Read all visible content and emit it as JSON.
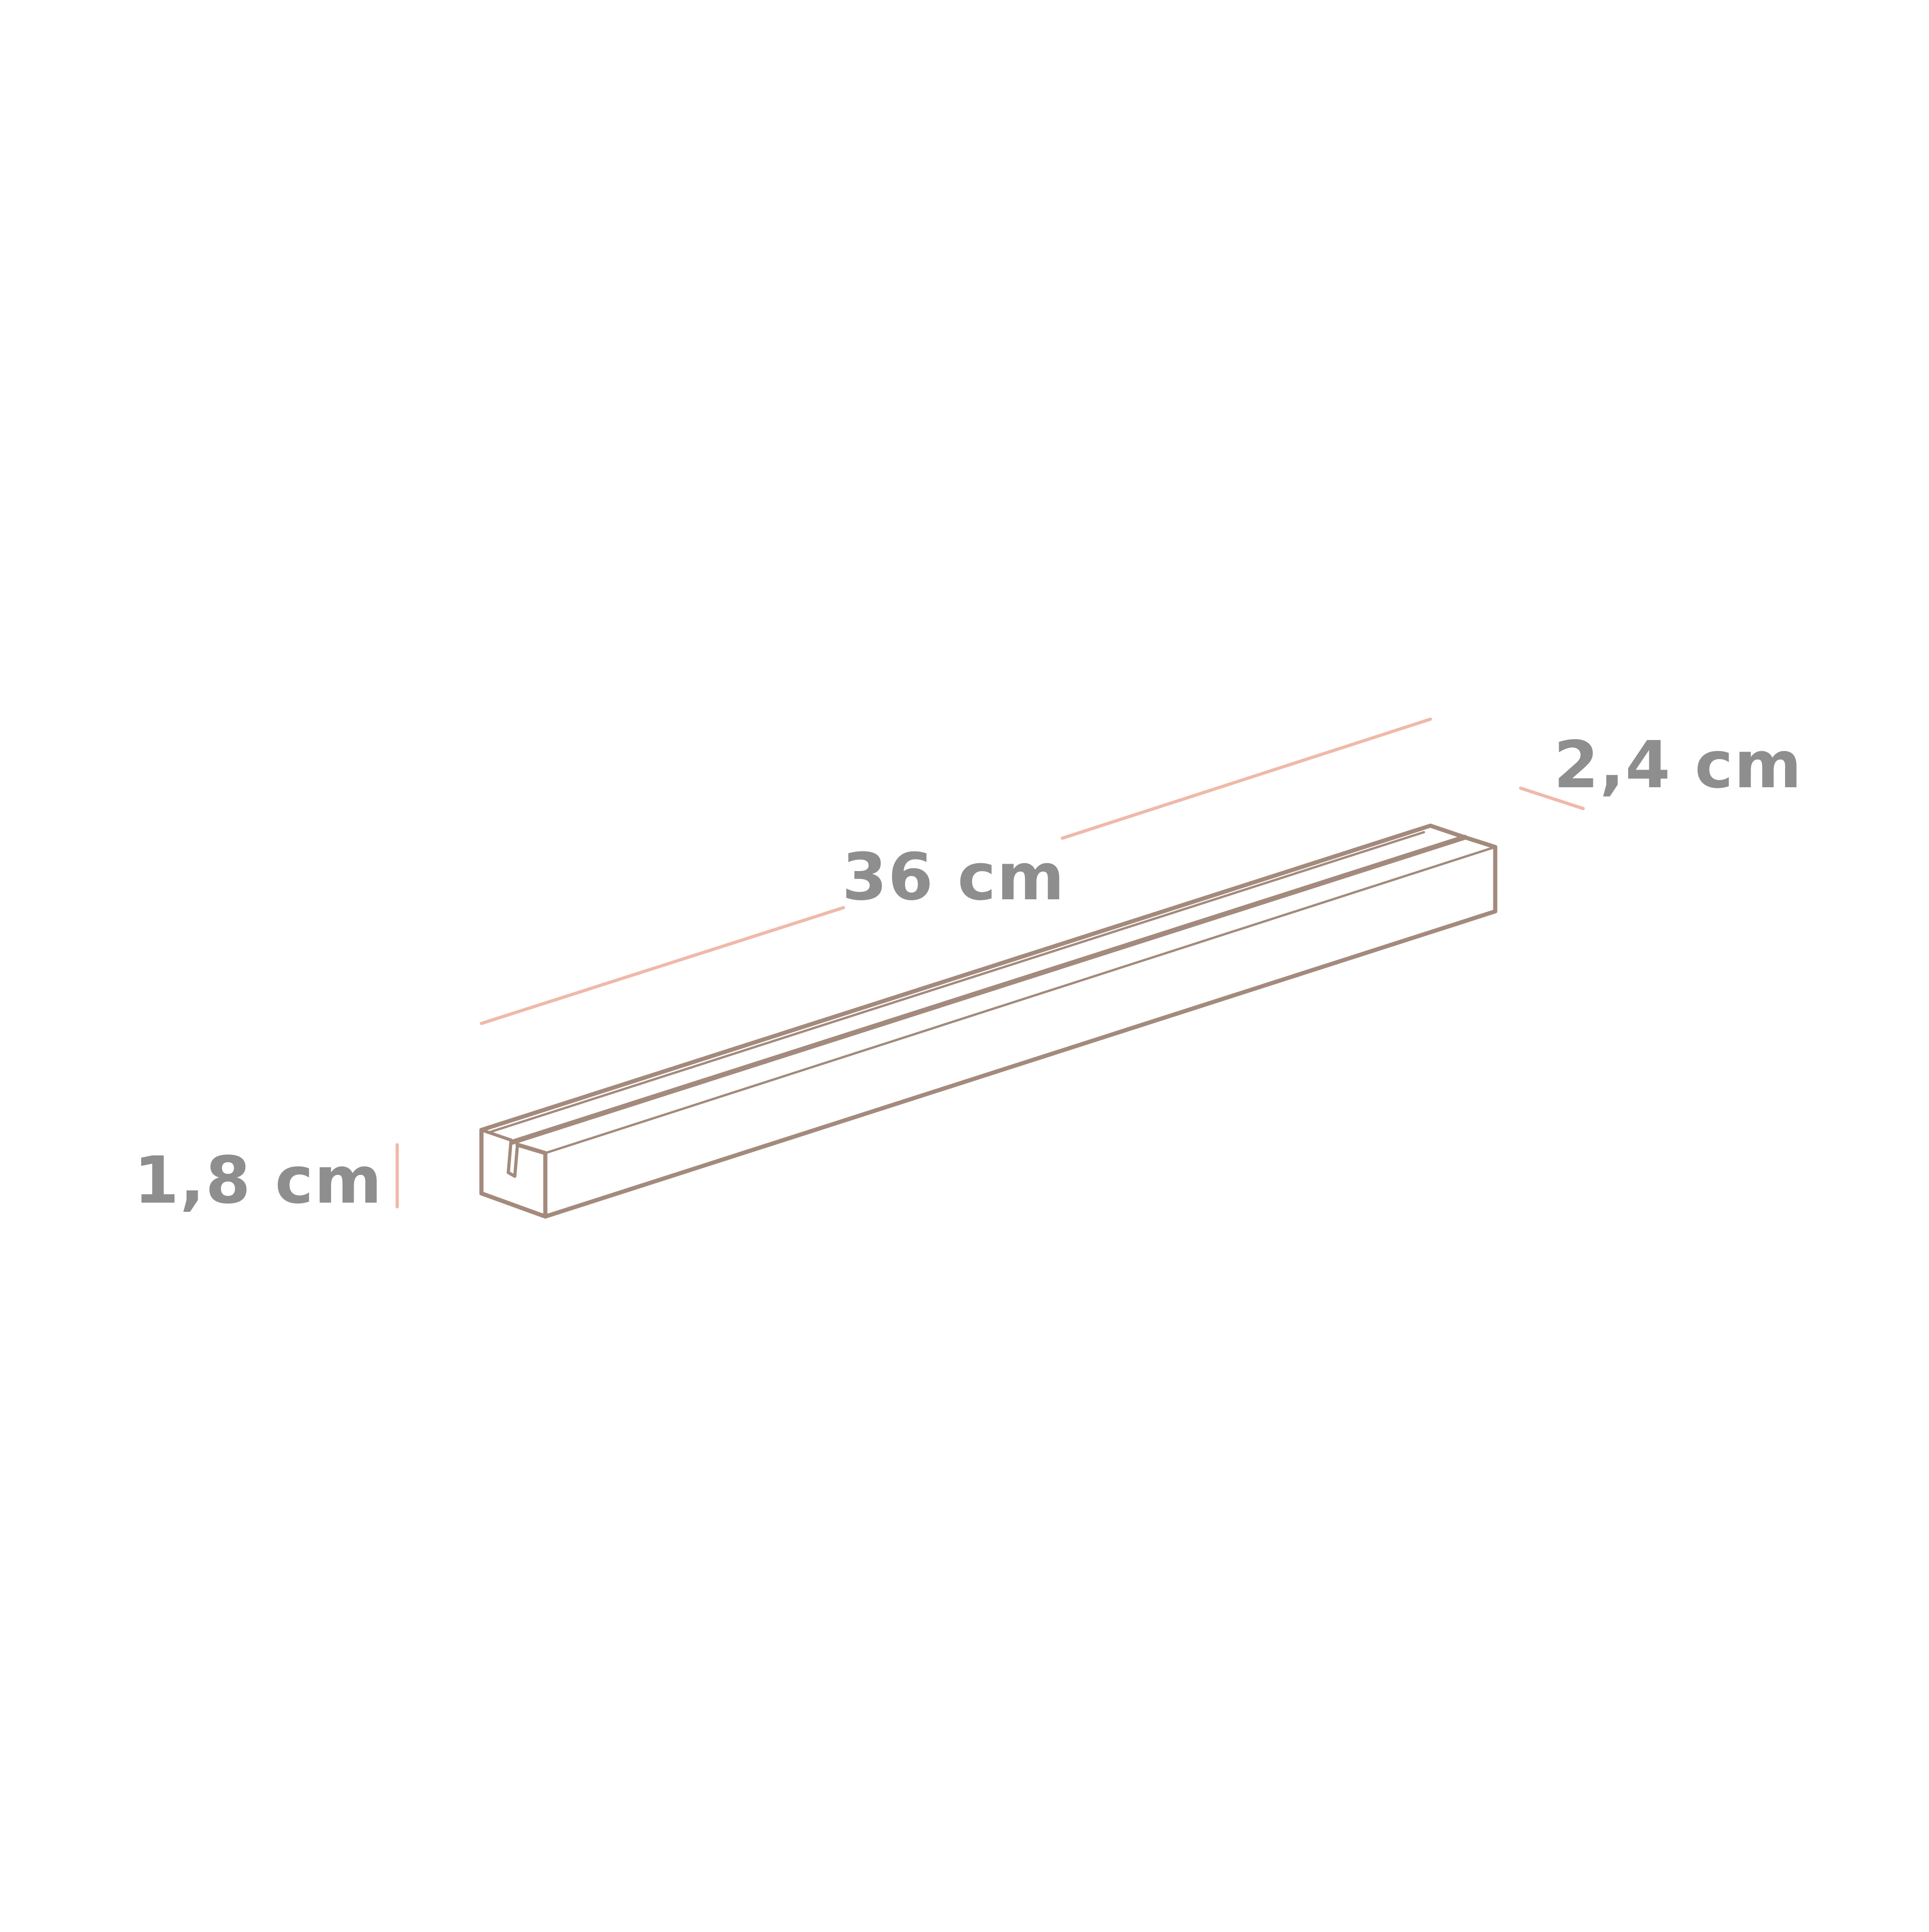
{
  "diagram": {
    "colors": {
      "background": "#ffffff",
      "product_outline": "#a38a7c",
      "dimension_line": "#efb9aa",
      "label_text": "#8e8e8e"
    },
    "dimensions": {
      "length": {
        "label": "36 cm"
      },
      "width": {
        "label": "2,4 cm"
      },
      "height": {
        "label": "1,8 cm"
      }
    }
  }
}
